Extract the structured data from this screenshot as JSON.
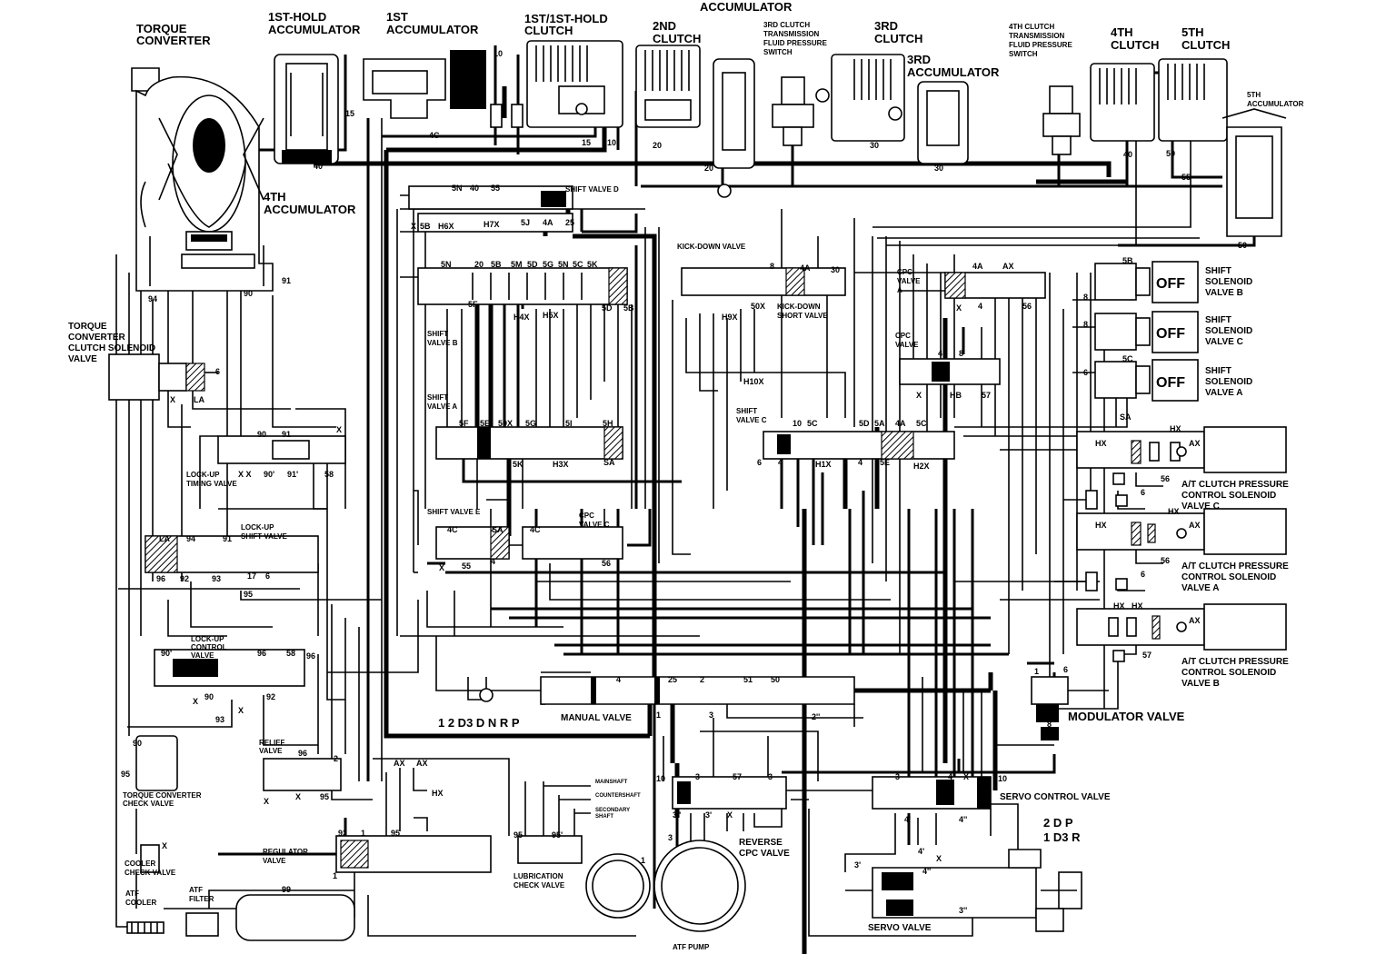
{
  "components": {
    "accumulator_top": "ACCUMULATOR",
    "torque_converter": [
      "TORQUE",
      "CONVERTER"
    ],
    "hold_accumulator": [
      "1ST-HOLD",
      "ACCUMULATOR"
    ],
    "first_accumulator": [
      "1ST",
      "ACCUMULATOR"
    ],
    "first_hold_clutch": [
      "1ST/1ST-HOLD",
      "CLUTCH"
    ],
    "second_clutch": [
      "2ND",
      "CLUTCH"
    ],
    "third_clutch_switch": [
      "3RD CLUTCH",
      "TRANSMISSION",
      "FLUID PRESSURE",
      "SWITCH"
    ],
    "third_clutch": [
      "3RD",
      "CLUTCH"
    ],
    "third_accumulator": [
      "3RD",
      "ACCUMULATOR"
    ],
    "fourth_clutch_switch": [
      "4TH CLUTCH",
      "TRANSMISSION",
      "FLUID PRESSURE",
      "SWITCH"
    ],
    "fourth_clutch": [
      "4TH",
      "CLUTCH"
    ],
    "fifth_clutch": [
      "5TH",
      "CLUTCH"
    ],
    "fifth_accumulator": [
      "5TH",
      "ACCUMULATOR"
    ],
    "fourth_accumulator": [
      "4TH",
      "ACCUMULATOR"
    ],
    "tcc_solenoid": [
      "TORQUE",
      "CONVERTER",
      "CLUTCH SOLENOID",
      "VALVE"
    ],
    "shift_valve_d": "SHIFT VALVE D",
    "shift_valve_b": [
      "SHIFT",
      "VALVE B"
    ],
    "shift_valve_a": [
      "SHIFT",
      "VALVE A"
    ],
    "shift_valve_c": [
      "SHIFT",
      "VALVE C"
    ],
    "shift_valve_e": "SHIFT VALVE E",
    "kick_down_valve": "KICK-DOWN VALVE",
    "kick_down_short_valve": [
      "KICK-DOWN",
      "SHORT VALVE"
    ],
    "cpc_valve_a": [
      "CPC",
      "VALVE",
      "A"
    ],
    "cpc_valve_b": [
      "CPC",
      "VALVE"
    ],
    "cpc_valve_c": [
      "CPC",
      "VALVE C"
    ],
    "lockup_timing_valve": [
      "LOCK-UP",
      "TIMING VALVE"
    ],
    "lockup_shift_valve": [
      "LOCK-UP",
      "SHIFT VALVE"
    ],
    "lockup_control_valve": [
      "LOCK-UP",
      "CONTROL",
      "VALVE"
    ],
    "shift_solenoid_b": [
      "SHIFT",
      "SOLENOID",
      "VALVE B"
    ],
    "shift_solenoid_c": [
      "SHIFT",
      "SOLENOID",
      "VALVE C"
    ],
    "shift_solenoid_a": [
      "SHIFT",
      "SOLENOID",
      "VALVE A"
    ],
    "solenoid_state": "OFF",
    "at_clutch_c": [
      "A/T CLUTCH PRESSURE",
      "CONTROL SOLENOID",
      "VALVE C"
    ],
    "at_clutch_a": [
      "A/T CLUTCH PRESSURE",
      "CONTROL SOLENOID",
      "VALVE A"
    ],
    "at_clutch_b": [
      "A/T CLUTCH PRESSURE",
      "CONTROL SOLENOID",
      "VALVE B"
    ],
    "manual_valve": "MANUAL VALVE",
    "selector_positions": "1 2 D3 D N R P",
    "modulator_valve": "MODULATOR VALVE",
    "relief_valve": [
      "RELIEF",
      "VALVE"
    ],
    "tc_check_valve": [
      "TORQUE CONVERTER",
      "CHECK VALVE"
    ],
    "cooler_check_valve": [
      "COOLER",
      "CHECK VALVE"
    ],
    "atf_cooler": [
      "ATF",
      "COOLER"
    ],
    "atf_filter": [
      "ATF",
      "FILTER"
    ],
    "regulator_valve": [
      "REGULATOR",
      "VALVE"
    ],
    "lubrication_check_valve": [
      "LUBRICATION",
      "CHECK VALVE"
    ],
    "mainshaft": "MAINSHAFT",
    "countershaft": "COUNTERSHAFT",
    "secondary_shaft": [
      "SECONDARY",
      "SHAFT"
    ],
    "atf_pump": "ATF PUMP",
    "reverse_cpc_valve": [
      "REVERSE",
      "CPC VALVE"
    ],
    "servo_control_valve": "SERVO CONTROL VALVE",
    "servo_valve": "SERVO VALVE",
    "servo_positions_top": "2 D P",
    "servo_positions_bottom": "1 D3 R"
  },
  "port_labels": {
    "l15a": "15",
    "l40a": "40",
    "l10a": "10",
    "l4ca": "4C",
    "l15b": "15",
    "l10b": "10",
    "l20a": "20",
    "l20b": "20",
    "l30a": "30",
    "l30b": "30",
    "l40b": "40",
    "l50a": "50",
    "l55a": "55",
    "l50b": "50",
    "l94a": "94",
    "l90a": "90",
    "l91a": "91",
    "l6a": "6",
    "lXa": "X",
    "lLAa": "LA",
    "sd_5n": "5N",
    "sd_40": "40",
    "sd_55": "55",
    "sd_x": "X",
    "sd_5b": "5B",
    "sd_h6x": "H6X",
    "sd_h7x": "H7X",
    "sd_5j": "5J",
    "sd_4a": "4A",
    "sd_25": "25",
    "sb_5n": "5N",
    "sb_20": "20",
    "sb_5b": "5B",
    "sb_5m": "5M",
    "sb_5d": "5D",
    "sb_5g": "5G",
    "sb_5n2": "5N",
    "sb_5c": "5C",
    "sb_5k": "5K",
    "sb_5f": "5F",
    "sb_h4x": "H4X",
    "sb_h5x": "H5X",
    "sb_5d2": "5D",
    "sb_5b2": "5B",
    "kd_8": "8",
    "kd_4a": "4A",
    "kd_30": "30",
    "kd_h9x": "H9X",
    "kd_50x": "50X",
    "kd_h10x": "H10X",
    "ca_4a": "4A",
    "ca_ax": "AX",
    "ca_x": "X",
    "ca_4": "4",
    "ca_56": "56",
    "cb_4": "4",
    "cb_8": "8",
    "cb_x": "X",
    "cb_hb": "HB",
    "cb_57": "57",
    "so_5b": "5B",
    "so_8a": "8",
    "so_8b": "8",
    "so_5c": "5C",
    "so_6": "6",
    "so_sa": "SA",
    "sa_5f": "5F",
    "sa_5e": "5E",
    "sa_50x": "50X",
    "sa_5g": "5G",
    "sa_5i": "5I",
    "sa_5h": "5H",
    "sa_5k": "5K",
    "sa_h3x": "H3X",
    "sa_5a": "SA",
    "sc_10": "10",
    "sc_5c": "5C",
    "sc_5d": "5D",
    "sc_5a": "5A",
    "sc_4a": "4A",
    "sc_5c2": "5C",
    "sc_6": "6",
    "sc_4": "4",
    "sc_h1x": "H1X",
    "sc_4b": "4",
    "sc_5e": "5E",
    "sc_h2x": "H2X",
    "lt_90": "90",
    "lt_91": "91",
    "lt_x": "X",
    "lt_xx": "X X",
    "lt_90p": "90'",
    "lt_91p": "91'",
    "lt_58": "58",
    "ls_la": "LA",
    "ls_94": "94",
    "ls_91": "91",
    "ls_96": "96",
    "ls_92": "92",
    "ls_93": "93",
    "ls_17": "17",
    "ls_6": "6",
    "ls_95": "95",
    "se_4c": "4C",
    "se_sa": "SA",
    "se_4c2": "4C",
    "se_x": "X",
    "se_55": "55",
    "se_4": "4",
    "se_56": "56",
    "at_hx1": "HX",
    "at_hx2": "HX",
    "at_ax1": "AX",
    "at_56": "56",
    "at_6a": "6",
    "at_hx3": "HX",
    "at_hx4": "HX",
    "at_ax2": "AX",
    "at_56b": "56",
    "at_6b": "6",
    "at_hx5": "HX",
    "at_hx6": "HX",
    "at_ax3": "AX",
    "at_57": "57",
    "at_6c": "6",
    "lc_90p": "90'",
    "lc_96": "96",
    "lc_58": "58",
    "lc_96b": "96",
    "lc_x": "X",
    "lc_90": "90",
    "lc_92": "92",
    "lc_93": "93",
    "lc_x2": "X",
    "mv_4": "4",
    "mv_25": "25",
    "mv_2": "2",
    "mv_51": "51",
    "mv_50": "50",
    "mv_1": "1",
    "mv_3": "3",
    "mv_2pp": "2''",
    "rv_96": "96",
    "rv_2": "2",
    "rv_x": "X",
    "rv_x2": "X",
    "rv_95": "95",
    "tc_90": "90",
    "tc_95": "95",
    "tc_x": "X",
    "rg_ax": "AX",
    "rg_ax2": "AX",
    "rg_hx": "HX",
    "rg_92": "92",
    "rg_1": "1",
    "rg_95": "95",
    "rg_1b": "1",
    "rg_99": "99",
    "lb_95": "95",
    "lb_95p": "95'",
    "rc_10": "10",
    "rc_3": "3",
    "rc_57": "57",
    "rc_3pp": "3''",
    "rc_3p": "3'",
    "rc_x": "X",
    "rc_3b": "3",
    "sv_3": "3",
    "sv_4": "4",
    "sv_x": "X",
    "sv_10": "10",
    "sv_4p": "4'",
    "sv_4pp": "4''",
    "sv_4b": "4'",
    "sv_x2": "X",
    "sv_3p": "3'",
    "sv_4ppp": "4''",
    "sv_3pp": "3''",
    "mod_1": "1",
    "mod_8": "8",
    "pump_1": "1",
    "pump_3": "3"
  }
}
